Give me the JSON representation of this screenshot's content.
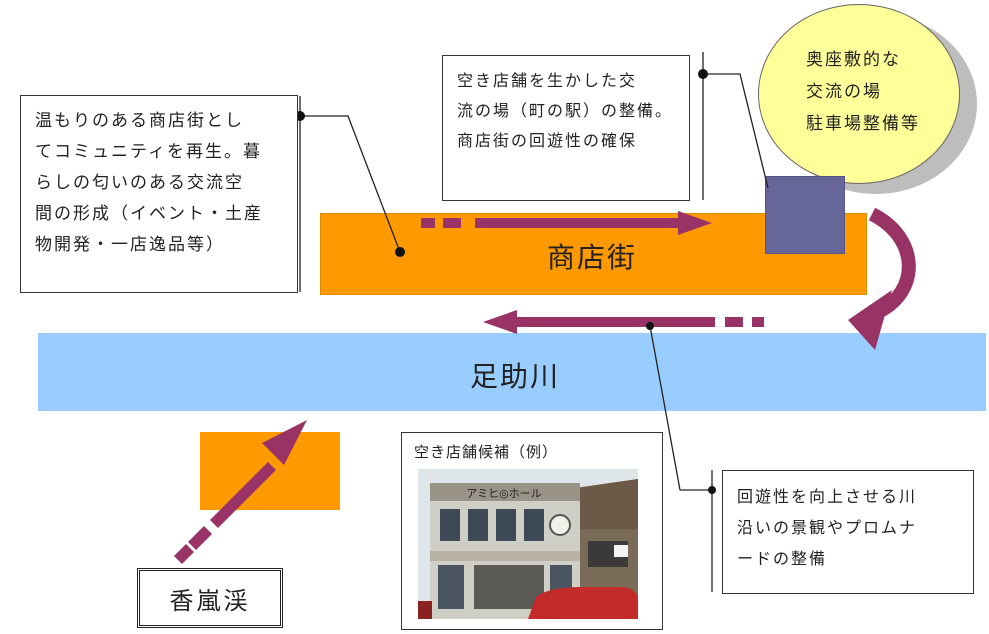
{
  "colors": {
    "street": "#ff9900",
    "river": "#99ccff",
    "arrow": "#993366",
    "station": "#666699",
    "zashiki": "#ffff99",
    "shadow": "#bdbdbd"
  },
  "street_label": "商店街",
  "river_label": "足助川",
  "origin_label": "香嵐渓",
  "zashiki_bubble": {
    "lines": [
      "奥座敷的な",
      "交流の場",
      "駐車場整備等"
    ]
  },
  "callouts": {
    "community": {
      "lines": [
        "温もりのある商店街とし",
        "てコミュニティを再生。暮",
        "らしの匂いのある交流空",
        "間の形成（イベント・土産",
        "物開発・一店逸品等）"
      ]
    },
    "station": {
      "lines": [
        "空き店舗を生かした交",
        "流の場（町の駅）の整備。",
        "商店街の回遊性の確保"
      ]
    },
    "riverside": {
      "lines": [
        "回遊性を向上させる川",
        "沿いの景観やプロムナ",
        "ードの整備"
      ]
    }
  },
  "photo": {
    "caption": "空き店舗候補（例）",
    "sign_text": "アミヒ◎ホール",
    "content": "old-shop-building-photo"
  }
}
